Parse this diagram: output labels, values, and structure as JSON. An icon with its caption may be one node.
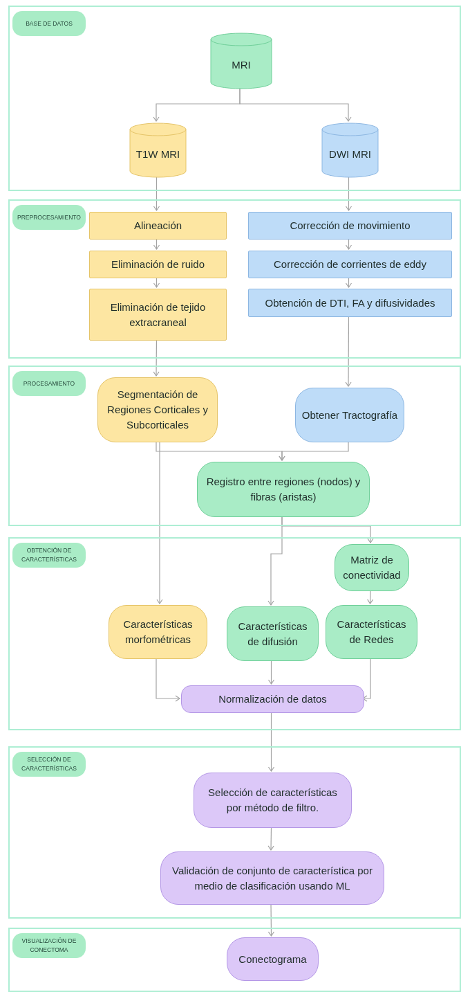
{
  "diagram": {
    "nodes": [
      {
        "text": [
          "BASE DE DATOS"
        ]
      },
      {
        "text": [
          "MRI"
        ],
        "in": 0
      },
      {
        "text": [
          "T1W MRI"
        ],
        "in": 0
      },
      {
        "text": [
          "DWI MRI"
        ],
        "in": 0
      },
      {
        "text": [
          "PREPROCESAMIENTO"
        ]
      },
      {
        "text": [
          "Alineación"
        ],
        "in": 4
      },
      {
        "text": [
          "Eliminación de ruido"
        ],
        "in": 4
      },
      {
        "text": [
          "Eliminación de tejido extracraneal"
        ],
        "in": 4
      },
      {
        "text": [
          "Corrección de movimiento"
        ],
        "in": 4
      },
      {
        "text": [
          "Corrección de corrientes de eddy"
        ],
        "in": 4
      },
      {
        "text": [
          "Obtención de DTI, FA y difusividades"
        ],
        "in": 4
      },
      {
        "text": [
          "PROCESAMIENTO"
        ]
      },
      {
        "text": [
          "Segmentación de Regiones Corticales y Subcorticales"
        ],
        "in": 11
      },
      {
        "text": [
          "Obtener Tractografía"
        ],
        "in": 11
      },
      {
        "text": [
          "Registro entre regiones (nodos) y fibras (aristas)"
        ],
        "in": 11
      },
      {
        "text": [
          "OBTENCIÓN DE CARACTERÍSTICAS"
        ]
      },
      {
        "text": [
          "Matriz de conectividad"
        ],
        "in": 15
      },
      {
        "text": [
          "Características morfométricas"
        ],
        "in": 15
      },
      {
        "text": [
          "Características de difusión"
        ],
        "in": 15
      },
      {
        "text": [
          "Características de Redes"
        ],
        "in": 15
      },
      {
        "text": [
          "Normalización de datos"
        ],
        "in": 15
      },
      {
        "text": [
          "SELECCIÓN DE CARACTERÍSTICAS"
        ]
      },
      {
        "text": [
          "Selección de características por método de filtro."
        ],
        "in": 21
      },
      {
        "text": [
          "Validación de conjunto de característica por medio de clasificación usando ML"
        ],
        "in": 21
      },
      {
        "text": [
          "VISUALIZACIÓN DE CONECTOMA"
        ]
      },
      {
        "text": [
          "Conectograma"
        ],
        "in": 24
      }
    ],
    "edges": [
      {
        "from": 1,
        "to": 2,
        "arrow": "to"
      },
      {
        "from": 1,
        "to": 3,
        "arrow": "to"
      },
      {
        "from": 2,
        "to": 5,
        "arrow": "to"
      },
      {
        "from": 5,
        "to": 6,
        "arrow": "to"
      },
      {
        "from": 6,
        "to": 7,
        "arrow": "to"
      },
      {
        "from": 3,
        "to": 8,
        "arrow": "to"
      },
      {
        "from": 8,
        "to": 9,
        "arrow": "to"
      },
      {
        "from": 9,
        "to": 10,
        "arrow": "to"
      },
      {
        "from": 7,
        "to": 12,
        "arrow": "to"
      },
      {
        "from": 10,
        "to": 13,
        "arrow": "to"
      },
      {
        "from": 12,
        "to": 14,
        "arrow": "to"
      },
      {
        "from": 13,
        "to": 14,
        "arrow": "to"
      },
      {
        "from": 12,
        "to": 17,
        "arrow": "to"
      },
      {
        "from": 14,
        "to": 18,
        "arrow": "to"
      },
      {
        "from": 14,
        "to": 16,
        "arrow": "to"
      },
      {
        "from": 16,
        "to": 19,
        "arrow": "to"
      },
      {
        "from": 17,
        "to": 20,
        "arrow": "to"
      },
      {
        "from": 18,
        "to": 20,
        "arrow": "to"
      },
      {
        "from": 19,
        "to": 20,
        "arrow": "to"
      },
      {
        "from": 20,
        "to": 22,
        "arrow": "to"
      },
      {
        "from": 22,
        "to": 23,
        "arrow": "to"
      },
      {
        "from": 23,
        "to": 25,
        "arrow": "to"
      }
    ]
  }
}
